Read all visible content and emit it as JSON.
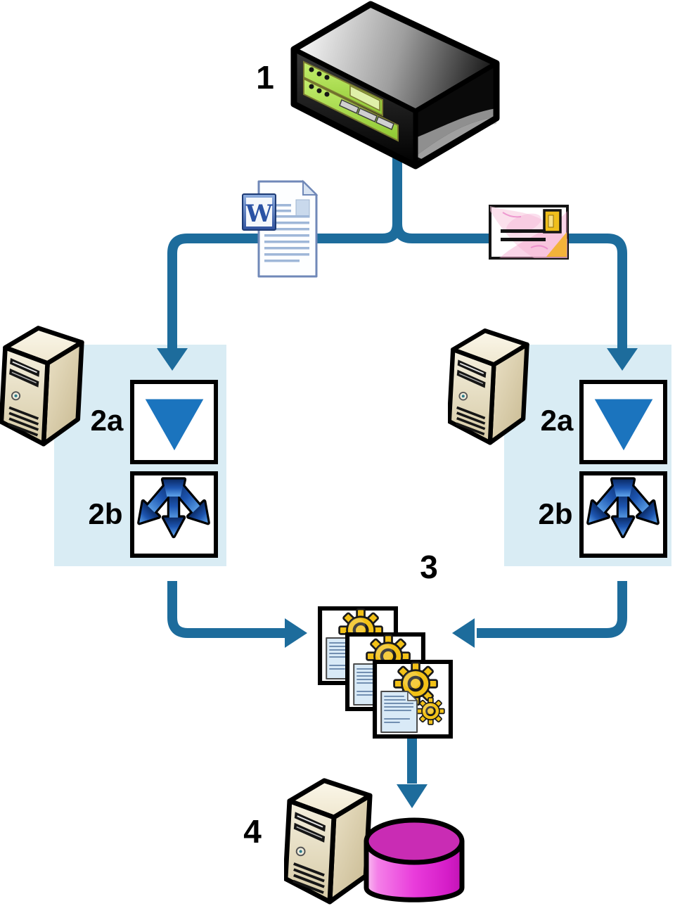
{
  "diagram": {
    "labels": {
      "step1": "1",
      "step2a": "2a",
      "step2b": "2b",
      "step3": "3",
      "step4": "4"
    },
    "colors": {
      "connector": "#1d6c9c",
      "panel": "#d9ecf4",
      "download_triangle": "#1b74be",
      "split_arrow_dark": "#0b2c68",
      "split_arrow_light": "#5fa4ea",
      "gear_yellow": "#f2c117",
      "database_top": "#c92cb4",
      "database_body": "#e93cdb",
      "server_beige": "#e7ddc0",
      "appliance_green": "#a6df4a",
      "envelope_pink": "#f7c6dc",
      "stamp_gold": "#efbe1c",
      "outline": "#000000"
    },
    "icons": {
      "appliance": "network-appliance-icon",
      "word_document": "word-document-icon",
      "envelope": "envelope-icon",
      "server_tower": "server-tower-icon",
      "download_triangle": "download-triangle-icon",
      "split_arrows": "split-arrows-icon",
      "document_gears": "document-gears-icon",
      "database": "database-cylinder-icon"
    }
  }
}
